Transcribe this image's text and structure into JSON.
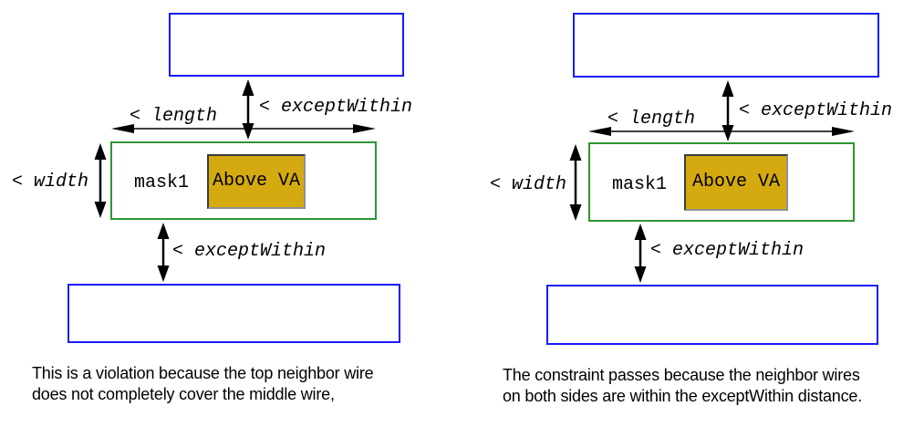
{
  "colors": {
    "neighbor_wire": "#1a1aff",
    "middle_wire": "#2e9632",
    "via_fill": "#d4aa10",
    "via_border": "#3c3c3c",
    "arrow": "#000000",
    "text": "#000000",
    "background": "#ffffff"
  },
  "diagrams": [
    {
      "name": "violation-example",
      "labels": {
        "length": "< length",
        "width": "< width",
        "except_within_top": "< exceptWithin",
        "except_within_bottom": "< exceptWithin",
        "mask": "mask1",
        "via": "Above VA"
      },
      "caption_lines": [
        "This is a violation because the top neighbor wire",
        "does not completely cover the middle wire,"
      ]
    },
    {
      "name": "pass-example",
      "labels": {
        "length": "< length",
        "width": "< width",
        "except_within_top": "< exceptWithin",
        "except_within_bottom": "< exceptWithin",
        "mask": "mask1",
        "via": "Above VA"
      },
      "caption_lines": [
        "The constraint passes because the neighbor wires",
        "on both sides are within the exceptWithin distance."
      ]
    }
  ]
}
